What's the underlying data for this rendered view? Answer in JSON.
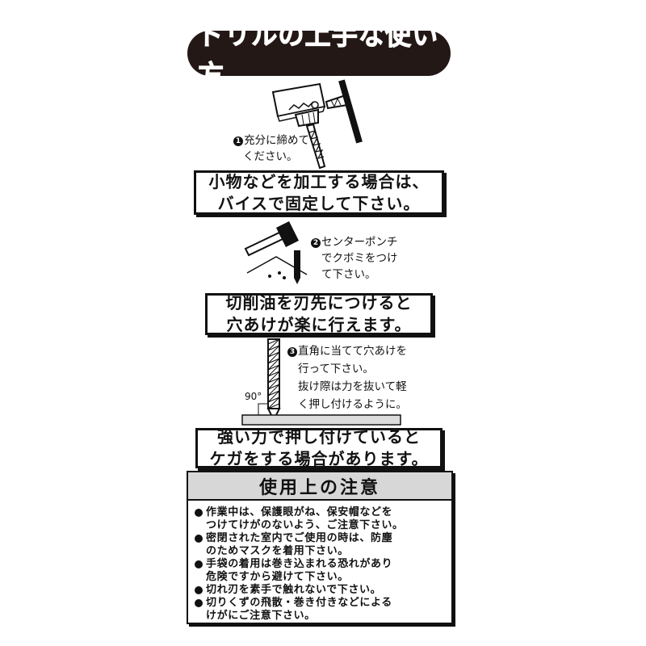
{
  "title": "ドリルの上手な使い方",
  "steps": [
    {
      "number": "1",
      "note_lines": [
        "充分に締めて",
        "ください。"
      ],
      "box_lines": [
        "小物などを加工する場合は、",
        "バイスで固定して下さい。"
      ]
    },
    {
      "number": "2",
      "note_lines": [
        "センターポンチ",
        "でクボミをつけ",
        "て下さい。"
      ],
      "box_lines": [
        "切削油を刃先につけると",
        "穴あけが楽に行えます。"
      ]
    },
    {
      "number": "3",
      "note_lines": [
        "直角に当てて穴あけを",
        "行って下さい。",
        "抜け際は力を抜いて軽",
        "く押し付けるように。"
      ],
      "angle_label": "90°",
      "box_lines": [
        "強い力で押し付けていると",
        "ケガをする場合があります。"
      ]
    }
  ],
  "caution": {
    "heading": "使用上の注意",
    "items": [
      "作業中は、保護眼がね、保安帽などを\nつけてけがのないよう、ご注意下さい。",
      "密閉された室内でご使用の時は、防塵\nのためマスクを着用下さい。",
      "手袋の着用は巻き込まれる恐れがあり\n危険ですから避けて下さい。",
      "切れ刃を素手で触れないで下さい。",
      "切りくずの飛散・巻き付きなどによる\nけがにご注意下さい。"
    ]
  }
}
